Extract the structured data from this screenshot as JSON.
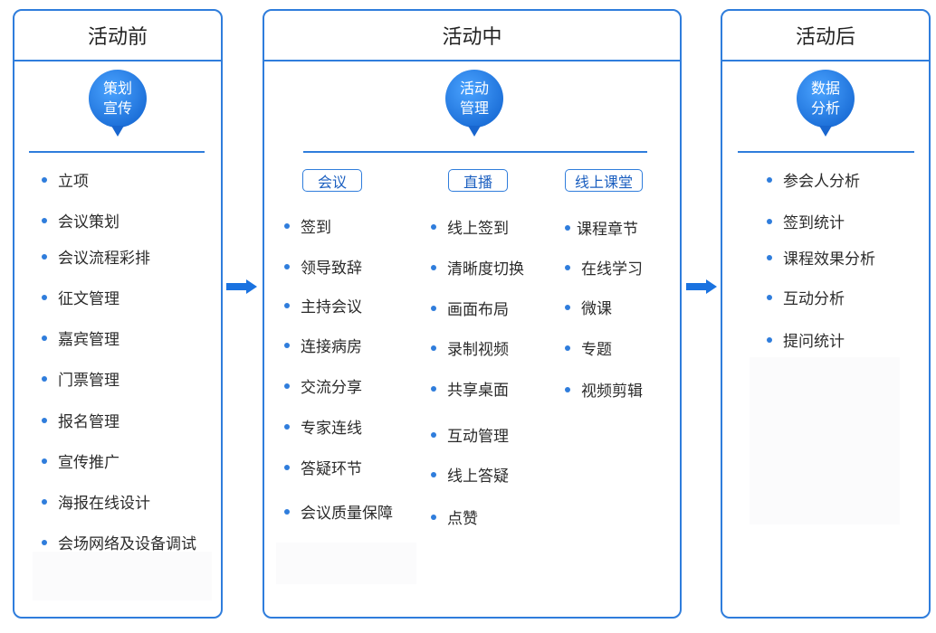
{
  "panels": {
    "before": {
      "title": "活动前",
      "bubble": [
        "策划",
        "宣传"
      ],
      "items": [
        "立项",
        "会议策划",
        "会议流程彩排",
        "征文管理",
        "嘉宾管理",
        "门票管理",
        "报名管理",
        "宣传推广",
        "海报在线设计",
        "会场网络及设备调试"
      ]
    },
    "during": {
      "title": "活动中",
      "bubble": [
        "活动",
        "管理"
      ],
      "columns": [
        {
          "title": "会议",
          "items": [
            "签到",
            "领导致辞",
            "主持会议",
            "连接病房",
            "交流分享",
            "专家连线",
            "答疑环节",
            "会议质量保障"
          ]
        },
        {
          "title": "直播",
          "items": [
            "线上签到",
            "清晰度切换",
            "画面布局",
            "录制视频",
            "共享桌面",
            "互动管理",
            "线上答疑",
            "点赞"
          ]
        },
        {
          "title": "线上课堂",
          "items": [
            "课程章节",
            "在线学习",
            "微课",
            "专题",
            "视频剪辑"
          ]
        }
      ]
    },
    "after": {
      "title": "活动后",
      "bubble": [
        "数据",
        "分析"
      ],
      "items": [
        "参会人分析",
        "签到统计",
        "课程效果分析",
        "互动分析",
        "提问统计"
      ]
    }
  },
  "colors": {
    "accent": "#2f7ddc",
    "bubble": "#1c6fd8",
    "arrow": "#1a72e0"
  },
  "icons": [
    "right-arrow-icon",
    "bullet-dot-icon"
  ]
}
